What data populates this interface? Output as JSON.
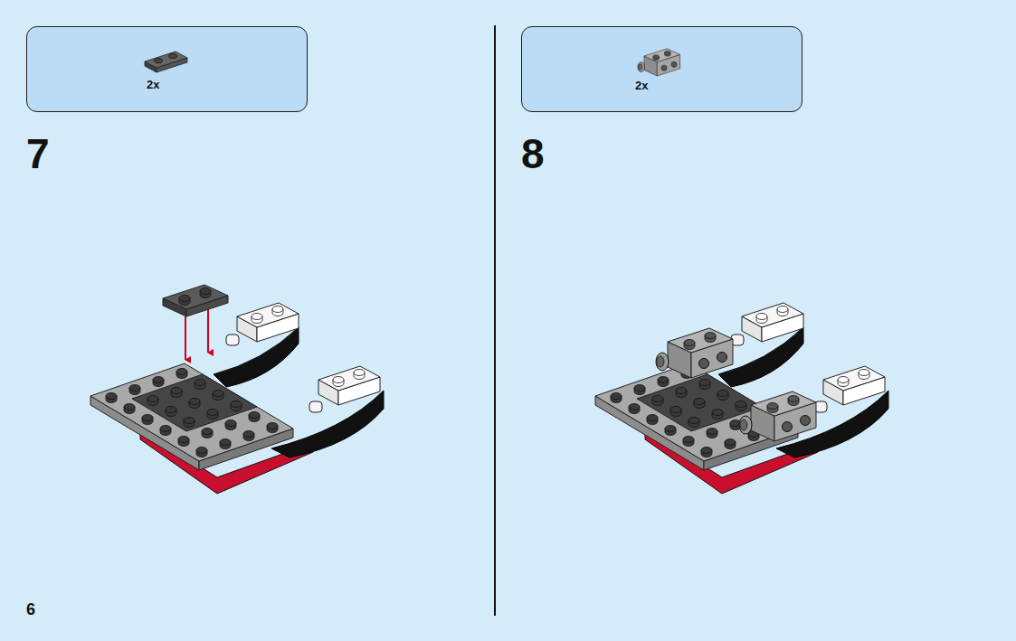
{
  "diagram": {
    "nodes": [
      {
        "text": [
          "2x"
        ]
      },
      {
        "text": [
          "2x"
        ]
      }
    ],
    "labels": [
      "7",
      "8",
      "6"
    ]
  }
}
